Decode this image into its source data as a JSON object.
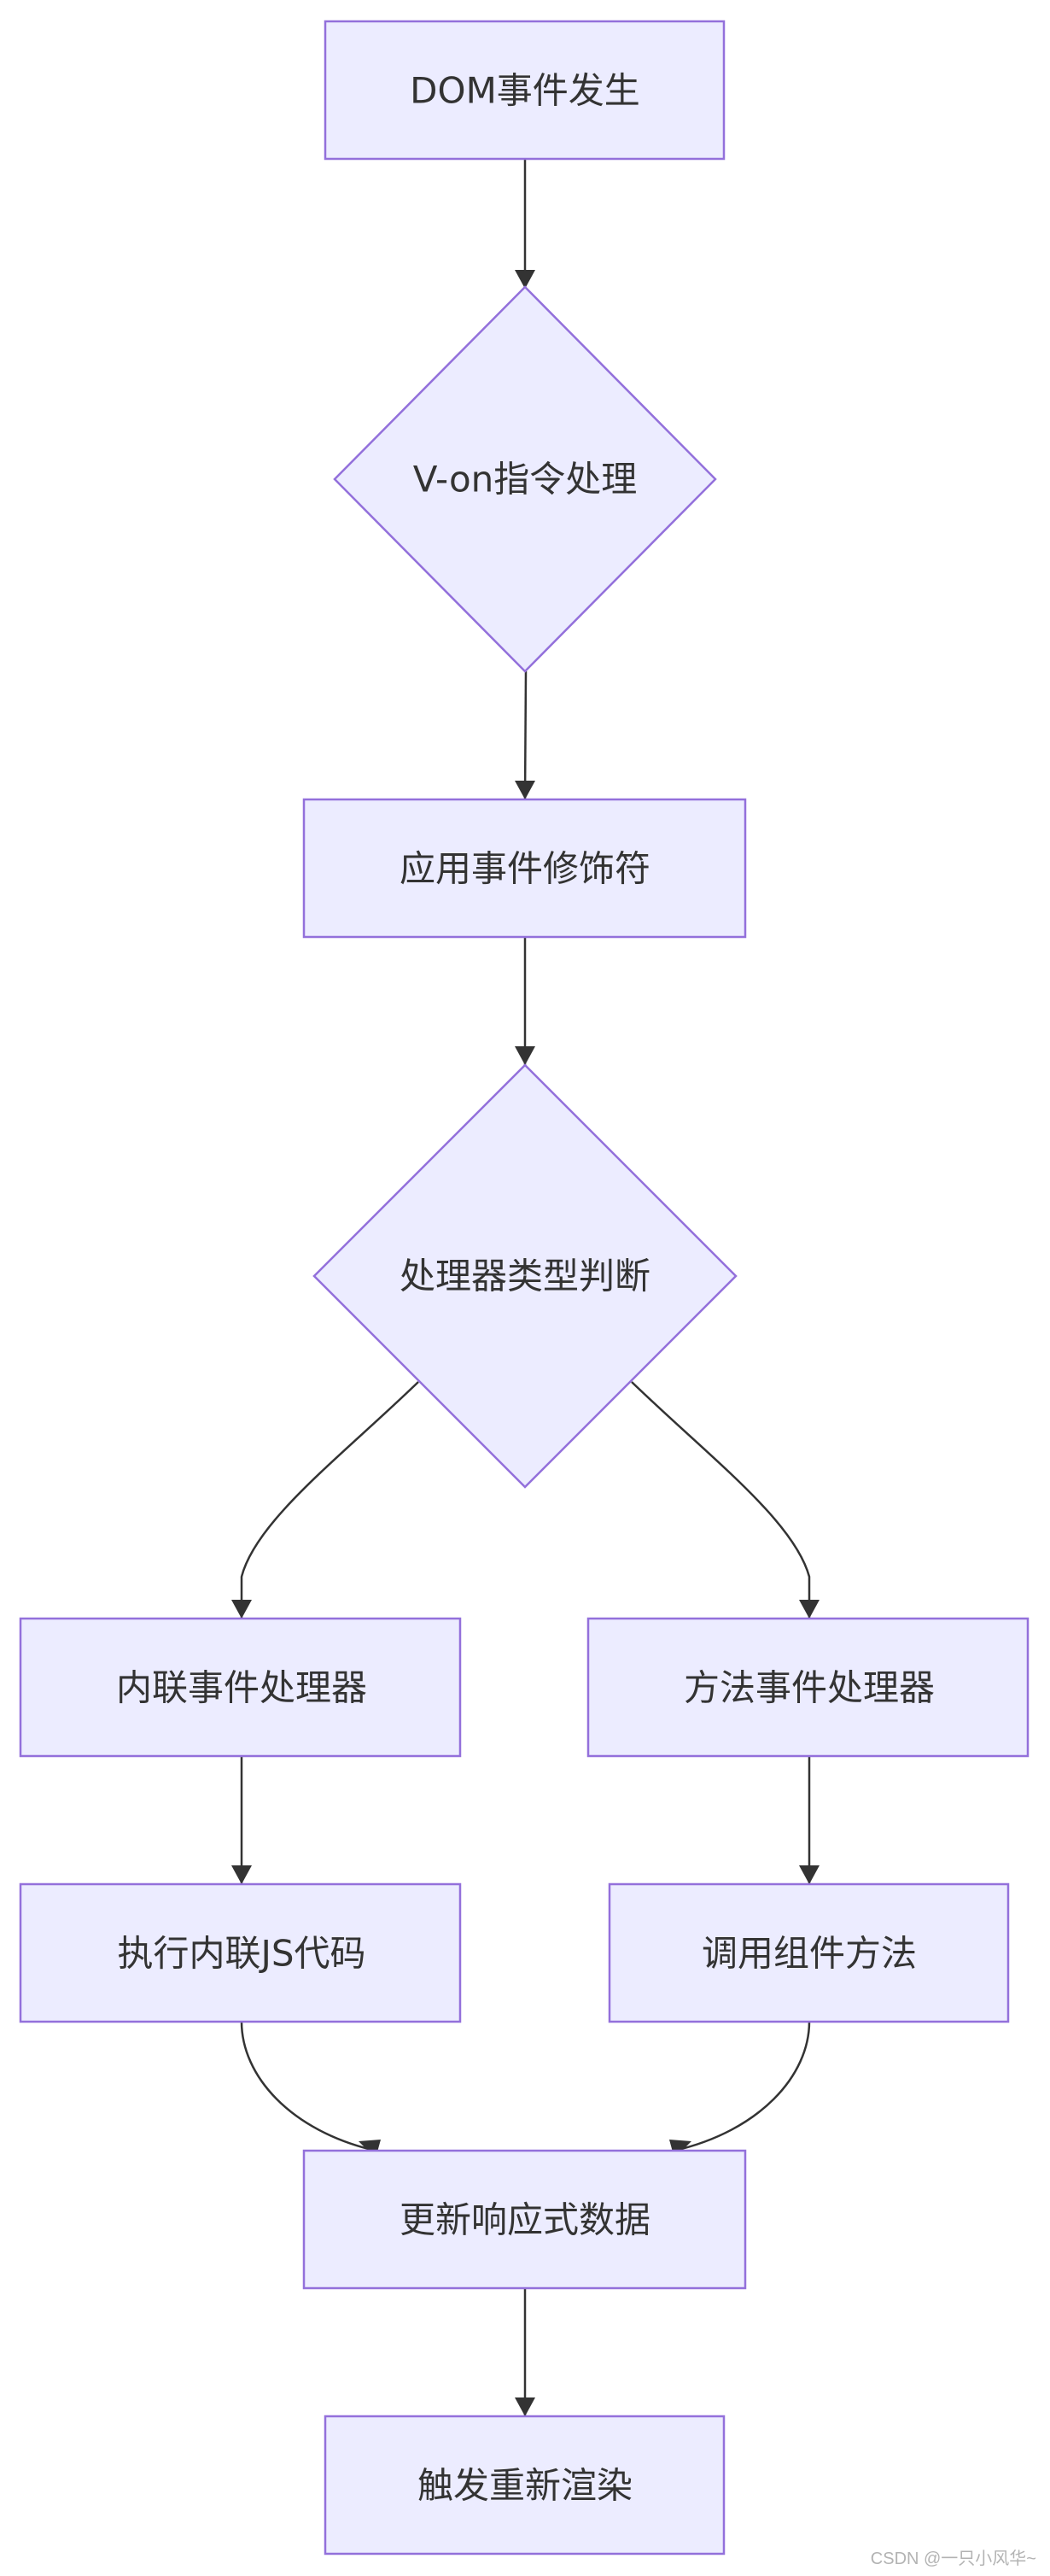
{
  "diagram": {
    "type": "flowchart",
    "colors": {
      "node_fill": "#ECECFF",
      "node_stroke": "#9370DB",
      "edge": "#333333",
      "text": "#333333"
    },
    "nodes": {
      "dom_event": {
        "shape": "rect",
        "label": "DOM事件发生"
      },
      "von": {
        "shape": "diamond",
        "label": "V-on指令处理"
      },
      "modifiers": {
        "shape": "rect",
        "label": "应用事件修饰符"
      },
      "type_check": {
        "shape": "diamond",
        "label": "处理器类型判断"
      },
      "inline_handler": {
        "shape": "rect",
        "label": "内联事件处理器"
      },
      "method_handler": {
        "shape": "rect",
        "label": "方法事件处理器"
      },
      "exec_inline": {
        "shape": "rect",
        "label": "执行内联JS代码"
      },
      "call_method": {
        "shape": "rect",
        "label": "调用组件方法"
      },
      "update_data": {
        "shape": "rect",
        "label": "更新响应式数据"
      },
      "rerender": {
        "shape": "rect",
        "label": "触发重新渲染"
      }
    },
    "edges": [
      {
        "from": "dom_event",
        "to": "von"
      },
      {
        "from": "von",
        "to": "modifiers"
      },
      {
        "from": "modifiers",
        "to": "type_check"
      },
      {
        "from": "type_check",
        "to": "inline_handler"
      },
      {
        "from": "type_check",
        "to": "method_handler"
      },
      {
        "from": "inline_handler",
        "to": "exec_inline"
      },
      {
        "from": "method_handler",
        "to": "call_method"
      },
      {
        "from": "exec_inline",
        "to": "update_data"
      },
      {
        "from": "call_method",
        "to": "update_data"
      },
      {
        "from": "update_data",
        "to": "rerender"
      }
    ]
  },
  "watermark": "CSDN @一只小风华~"
}
